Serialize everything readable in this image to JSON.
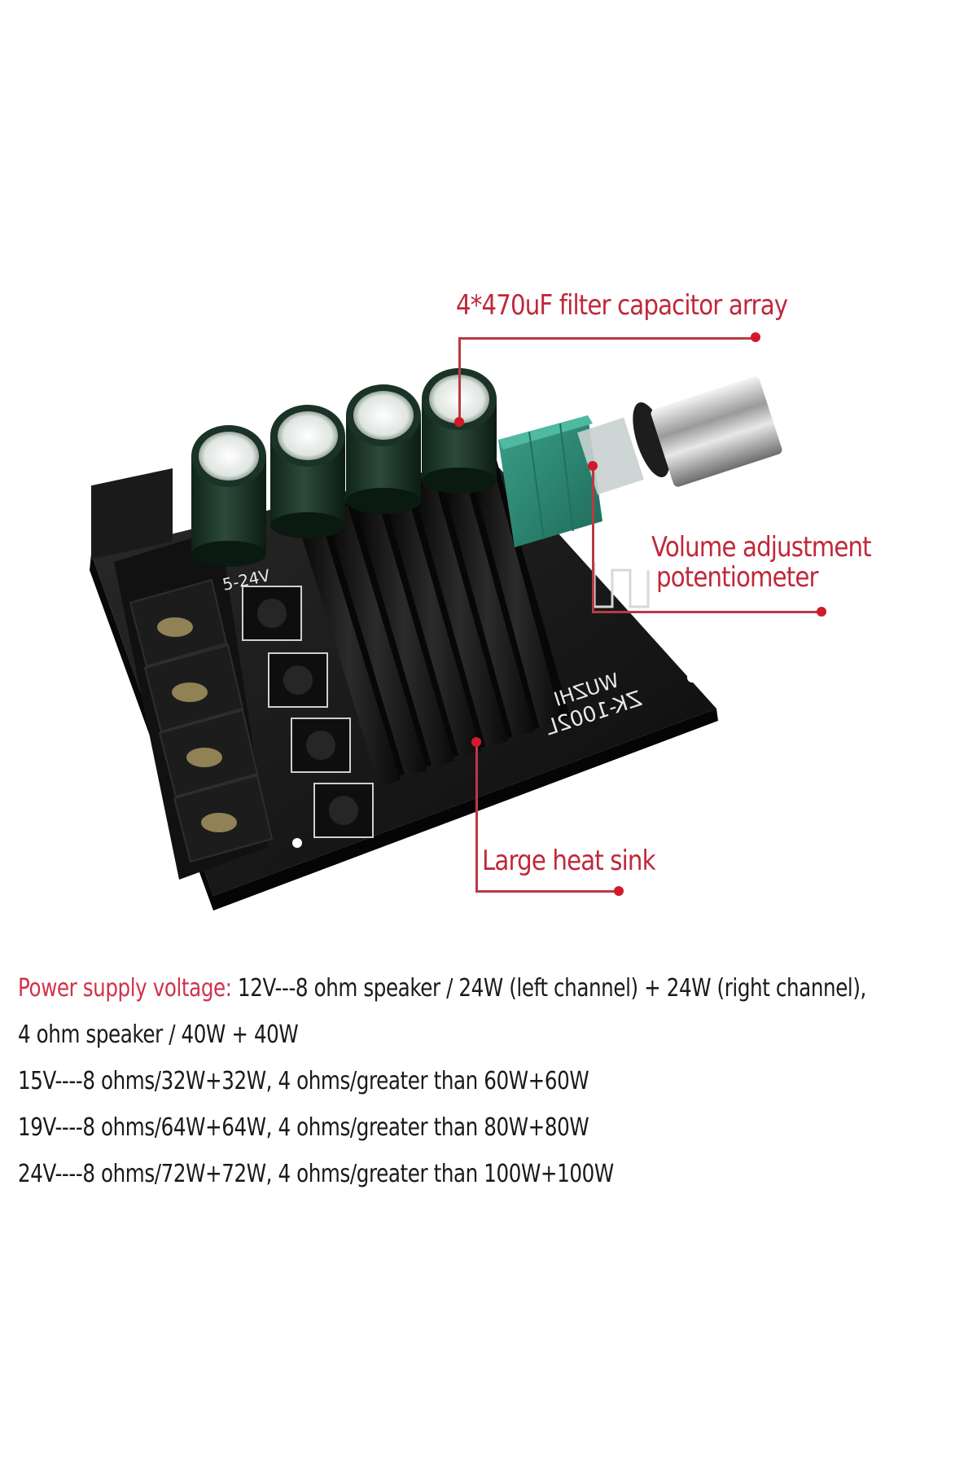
{
  "product": {
    "model_marking": "ZK-1002L",
    "brand_marking": "WUZHI",
    "voltage_marking": "5-24V"
  },
  "callouts": {
    "capacitors": "4*470uF filter capacitor array",
    "potentiometer_line1": "Volume adjustment",
    "potentiometer_line2": "potentiometer",
    "heatsink": "Large heat sink"
  },
  "specs": {
    "label": "Power supply voltage:",
    "line1_rest": " 12V---8 ohm speaker / 24W (left channel) + 24W (right channel),",
    "line2": "4 ohm speaker / 40W + 40W",
    "line3": "15V----8 ohms/32W+32W, 4 ohms/greater than 60W+60W",
    "line4": "19V----8 ohms/64W+64W, 4 ohms/greater than 80W+80W",
    "line5": "24V----8 ohms/72W+72W, 4 ohms/greater than 100W+100W"
  },
  "colors": {
    "accent": "#c0283a",
    "board": "#141414",
    "capacitor": "#1f3a2c",
    "potentiometer": "#2f8a76"
  }
}
